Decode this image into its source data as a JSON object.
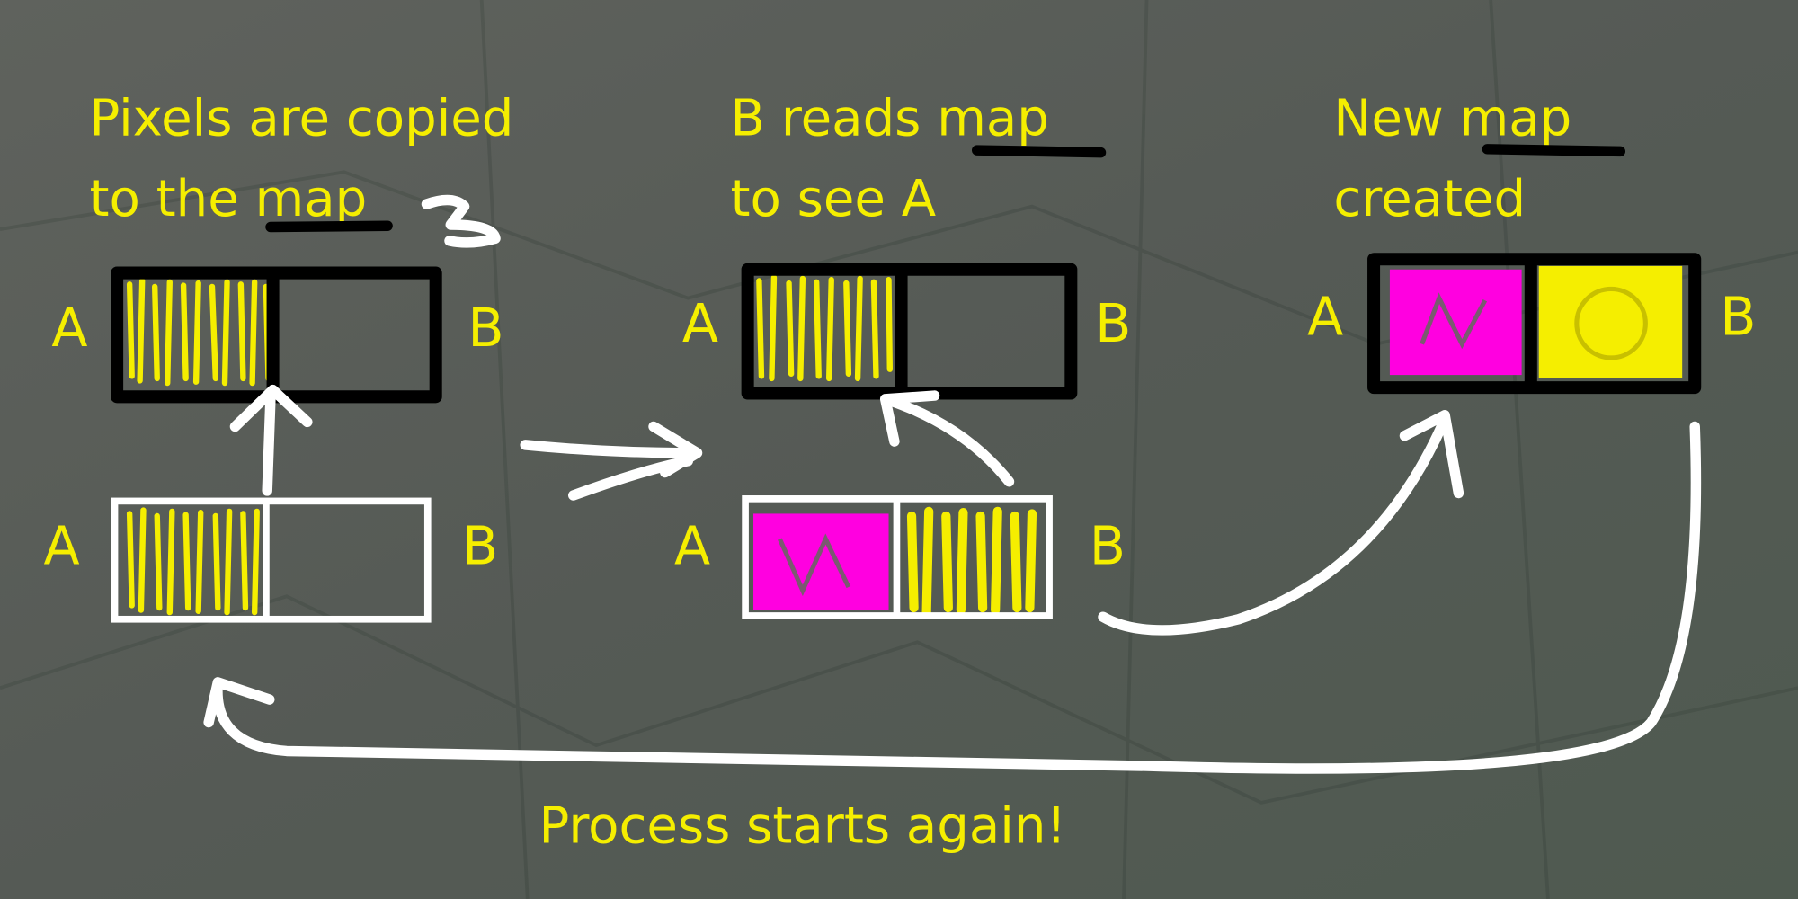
{
  "colors": {
    "background": "#5a5e58",
    "text": "#f5ee00",
    "highlight_a": "#ff00e0",
    "highlight_b": "#f5ee00"
  },
  "step1": {
    "line1": "Pixels are copied",
    "line2_pre": "to the ",
    "line2_map": "map",
    "label_a": "A",
    "label_b": "B",
    "label_a2": "A",
    "label_b2": "B"
  },
  "step2": {
    "line1_pre": "B reads ",
    "line1_map": "map",
    "line2": "to see A",
    "label_a": "A",
    "label_b": "B",
    "label_a2": "A",
    "label_b2": "B"
  },
  "step3": {
    "line1_pre": "New ",
    "line1_map": "map",
    "line2": "created",
    "label_a": "A",
    "label_b": "B"
  },
  "footer": "Process starts again!"
}
